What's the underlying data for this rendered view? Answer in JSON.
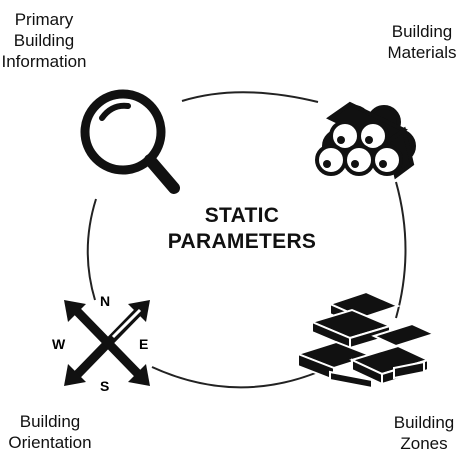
{
  "center": {
    "line1": "STATIC",
    "line2": "PARAMETERS"
  },
  "nodes": {
    "primary": {
      "lines": [
        "Primary",
        "Building",
        "Information"
      ],
      "icon": "magnifier-icon"
    },
    "materials": {
      "lines": [
        "Building",
        "Materials"
      ],
      "icon": "pipes-bundle-icon"
    },
    "orientation": {
      "lines": [
        "Building",
        "Orientation"
      ],
      "icon": "compass-icon"
    },
    "zones": {
      "lines": [
        "Building",
        "Zones"
      ],
      "icon": "stacked-blocks-icon"
    }
  },
  "compass": {
    "n": "N",
    "s": "S",
    "e": "E",
    "w": "W"
  }
}
